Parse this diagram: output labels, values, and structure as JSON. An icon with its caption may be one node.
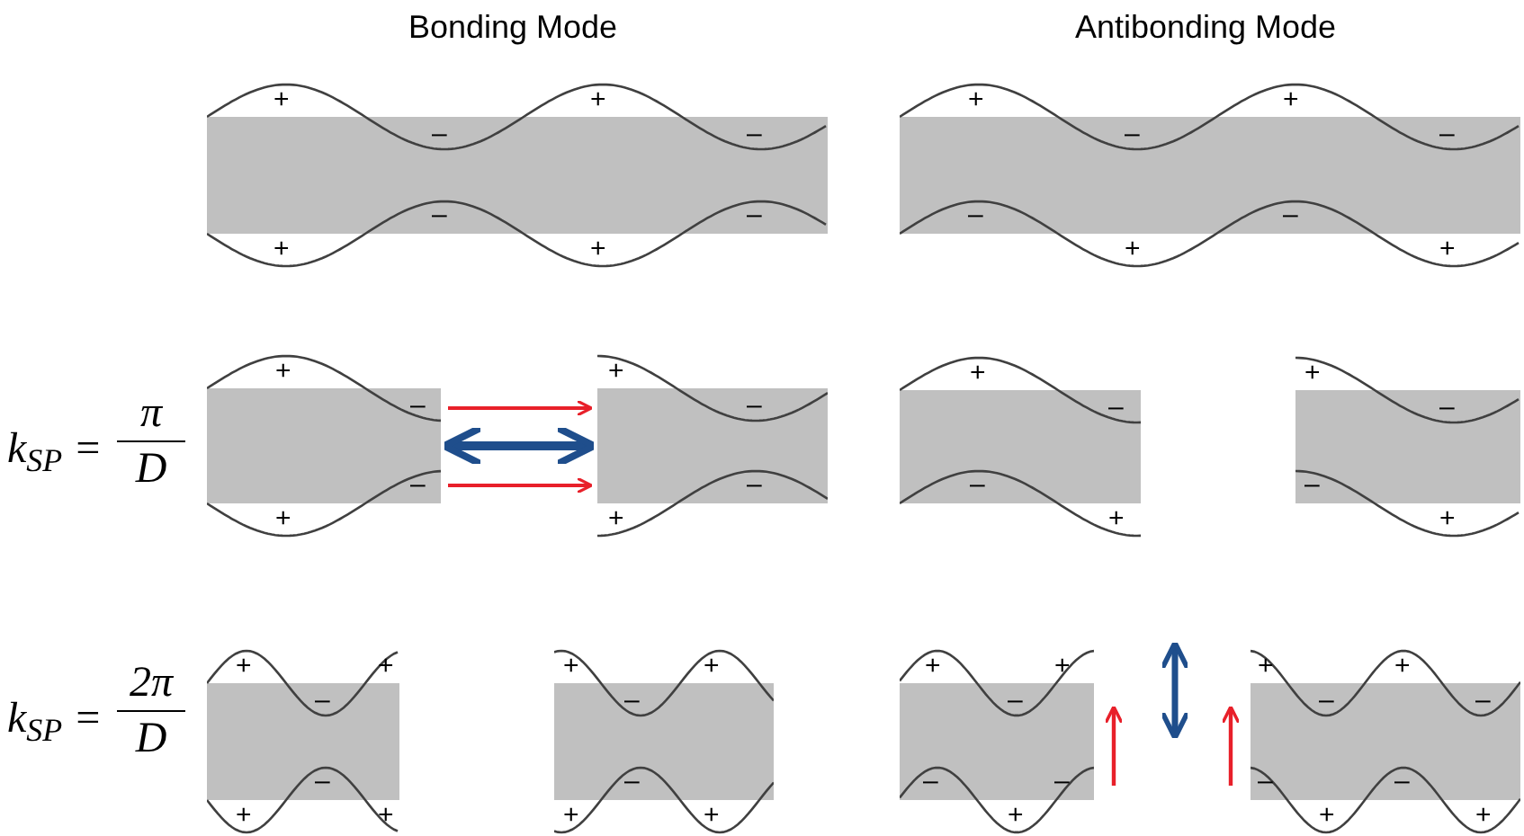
{
  "diagram": {
    "nodes": [
      {
        "text": [
          "+",
          "–",
          "+",
          "–",
          "+",
          "–",
          "+",
          "–"
        ]
      },
      {
        "text": [
          "+",
          "–",
          "+",
          "–",
          "–",
          "+",
          "–",
          "+"
        ]
      },
      {
        "text": [
          "+",
          "–",
          "+",
          "–"
        ]
      },
      {
        "text": [
          "+",
          "–",
          "+",
          "–"
        ]
      },
      {
        "text": [
          "+",
          "–",
          "–",
          "+"
        ]
      },
      {
        "text": [
          "+",
          "–",
          "–",
          "+"
        ]
      },
      {
        "text": [
          "+",
          "–",
          "+",
          "+",
          "–",
          "+"
        ]
      },
      {
        "text": [
          "+",
          "–",
          "+",
          "+",
          "–",
          "+"
        ]
      },
      {
        "text": [
          "+",
          "–",
          "+",
          "–",
          "+",
          "–"
        ]
      },
      {
        "text": [
          "+",
          "–",
          "+",
          "–",
          "–",
          "+",
          "–",
          "+"
        ]
      }
    ],
    "edges": [
      {
        "from": 2,
        "to": 3,
        "arrow": "to",
        "color": "#e8202a"
      },
      {
        "from": 2,
        "to": 3,
        "arrow": "both",
        "style": "thick",
        "color": "#1f4e8c"
      },
      {
        "from": 2,
        "to": 3,
        "arrow": "to",
        "color": "#e8202a"
      }
    ],
    "labels": [
      "Bonding Mode",
      "Antibonding Mode",
      "k$_{SP}$ =",
      "π",
      "D",
      "k$_{SP}$ =",
      "2π",
      "D"
    ]
  }
}
